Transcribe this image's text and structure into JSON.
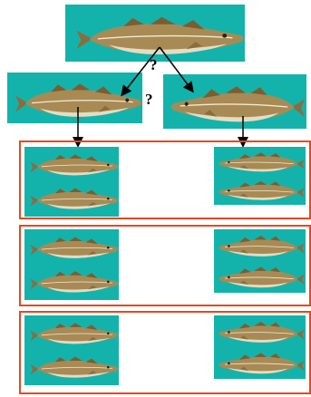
{
  "question_marks": [
    "?",
    "?"
  ],
  "colors": {
    "tile_background": "#13b3ac",
    "group_border": "#e8471f",
    "arrow": "#000000",
    "fish_body": "#a88a55",
    "fish_belly": "#e6dcc2",
    "fish_lateral_line": "#f2ead2"
  },
  "tree": {
    "root": "fish-image",
    "parents": [
      "fish-image",
      "fish-image"
    ],
    "groups": [
      {
        "left_pair": [
          "fish-image",
          "fish-image"
        ],
        "right_pair": [
          "fish-image",
          "fish-image"
        ]
      },
      {
        "left_pair": [
          "fish-image",
          "fish-image"
        ],
        "right_pair": [
          "fish-image",
          "fish-image"
        ]
      },
      {
        "left_pair": [
          "fish-image",
          "fish-image"
        ],
        "right_pair": [
          "fish-image",
          "fish-image"
        ]
      }
    ]
  }
}
